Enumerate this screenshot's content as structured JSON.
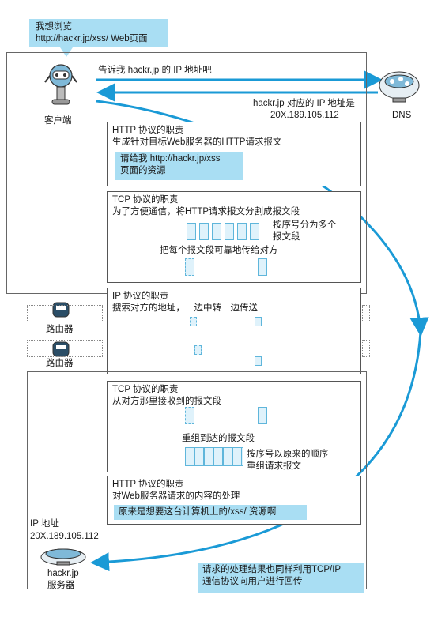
{
  "bubble": {
    "line1": "我想浏览",
    "line2": "http://hackr.jp/xss/ Web页面"
  },
  "client": {
    "label": "客户端"
  },
  "dns": {
    "label": "DNS",
    "query": "告诉我 hackr.jp 的 IP 地址吧",
    "answer_line1": "hackr.jp 对应的 IP 地址是",
    "answer_line2": "20X.189.105.112"
  },
  "client_http": {
    "title": "HTTP 协议的职责",
    "desc": "生成针对目标Web服务器的HTTP请求报文",
    "request_line1": "请给我 http://hackr.jp/xss",
    "request_line2": "页面的资源"
  },
  "client_tcp": {
    "title": "TCP 协议的职责",
    "desc": "为了方便通信，将HTTP请求报文分割成报文段",
    "split_line1": "按序号分为多个",
    "split_line2": "报文段",
    "reliable": "把每个报文段可靠地传给对方"
  },
  "ip": {
    "title": "IP 协议的职责",
    "desc": "搜索对方的地址，一边中转一边传送"
  },
  "routers": [
    {
      "label": "路由器"
    },
    {
      "label": "路由器"
    }
  ],
  "server_tcp": {
    "title": "TCP 协议的职责",
    "desc": "从对方那里接收到的报文段",
    "reassemble": "重组到达的报文段",
    "order_line1": "按序号以原来的顺序",
    "order_line2": "重组请求报文"
  },
  "server_http": {
    "title": "HTTP 协议的职责",
    "desc": "对Web服务器请求的内容的处理",
    "meaning": "原来是想要这台计算机上的/xss/ 资源啊"
  },
  "server": {
    "ip_label": "IP 地址",
    "ip_value": "20X.189.105.112",
    "name_line1": "hackr.jp",
    "name_line2": "服务器"
  },
  "response_note": {
    "line1": "请求的处理结果也同样利用TCP/IP",
    "line2": "通信协议向用户进行回传"
  },
  "colors": {
    "accent": "#1a9ad6",
    "light_blue": "#a9def3"
  }
}
